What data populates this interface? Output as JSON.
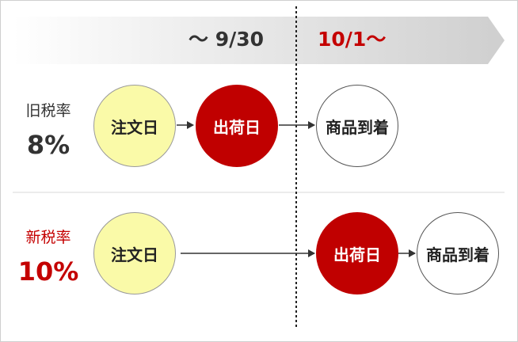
{
  "header": {
    "old_period": "～ 9/30",
    "new_period": "10/1～",
    "colors": {
      "band_start": "#ffffff",
      "band_end": "#cfcfcf",
      "accent": "#c00000"
    }
  },
  "old_rate": {
    "name": "旧税率",
    "value": "8%",
    "steps": [
      "注文日",
      "出荷日",
      "商品到着"
    ]
  },
  "new_rate": {
    "name": "新税率",
    "value": "10%",
    "steps": [
      "注文日",
      "出荷日",
      "商品到着"
    ]
  }
}
